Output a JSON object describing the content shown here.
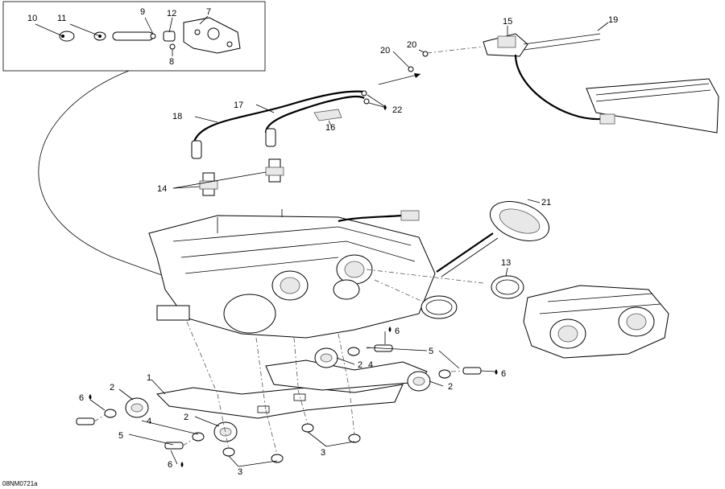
{
  "diagram": {
    "reference_code": "08NM0721a",
    "callouts": [
      {
        "id": "c10",
        "text": "10"
      },
      {
        "id": "c11",
        "text": "11"
      },
      {
        "id": "c9",
        "text": "9"
      },
      {
        "id": "c12",
        "text": "12"
      },
      {
        "id": "c7",
        "text": "7"
      },
      {
        "id": "c8",
        "text": "8"
      },
      {
        "id": "c15",
        "text": "15"
      },
      {
        "id": "c19",
        "text": "19"
      },
      {
        "id": "c20a",
        "text": "20"
      },
      {
        "id": "c20b",
        "text": "20"
      },
      {
        "id": "c17",
        "text": "17"
      },
      {
        "id": "c18",
        "text": "18"
      },
      {
        "id": "c22",
        "text": "22"
      },
      {
        "id": "c16",
        "text": "16"
      },
      {
        "id": "c14",
        "text": "14"
      },
      {
        "id": "c21",
        "text": "21"
      },
      {
        "id": "c13",
        "text": "13"
      },
      {
        "id": "c6a",
        "text": "6"
      },
      {
        "id": "c5a",
        "text": "5"
      },
      {
        "id": "c6b",
        "text": "6"
      },
      {
        "id": "c2a",
        "text": "2"
      },
      {
        "id": "c4a",
        "text": "4"
      },
      {
        "id": "c2b",
        "text": "2"
      },
      {
        "id": "c1",
        "text": "1"
      },
      {
        "id": "c2c",
        "text": "2"
      },
      {
        "id": "c6c",
        "text": "6"
      },
      {
        "id": "c4b",
        "text": "4"
      },
      {
        "id": "c2d",
        "text": "2"
      },
      {
        "id": "c5b",
        "text": "5"
      },
      {
        "id": "c3a",
        "text": "3"
      },
      {
        "id": "c3b",
        "text": "3"
      },
      {
        "id": "c6d",
        "text": "6"
      }
    ]
  }
}
